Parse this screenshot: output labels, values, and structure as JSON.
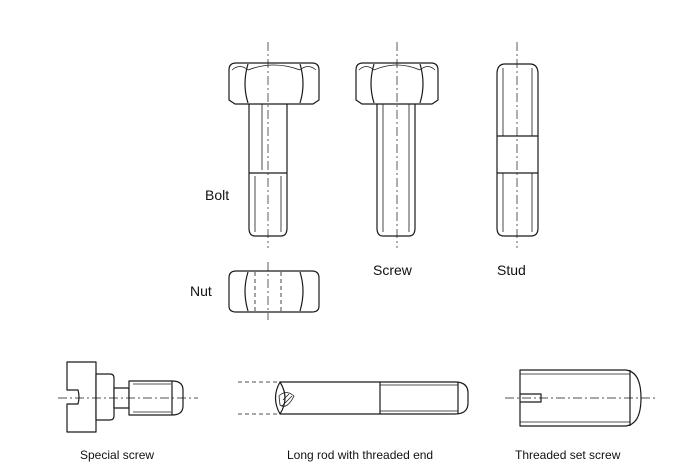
{
  "labels": {
    "bolt": "Bolt",
    "nut": "Nut",
    "screw": "Screw",
    "stud": "Stud",
    "special_screw": "Special screw",
    "long_rod": "Long rod with threaded end",
    "set_screw": "Threaded set screw"
  }
}
